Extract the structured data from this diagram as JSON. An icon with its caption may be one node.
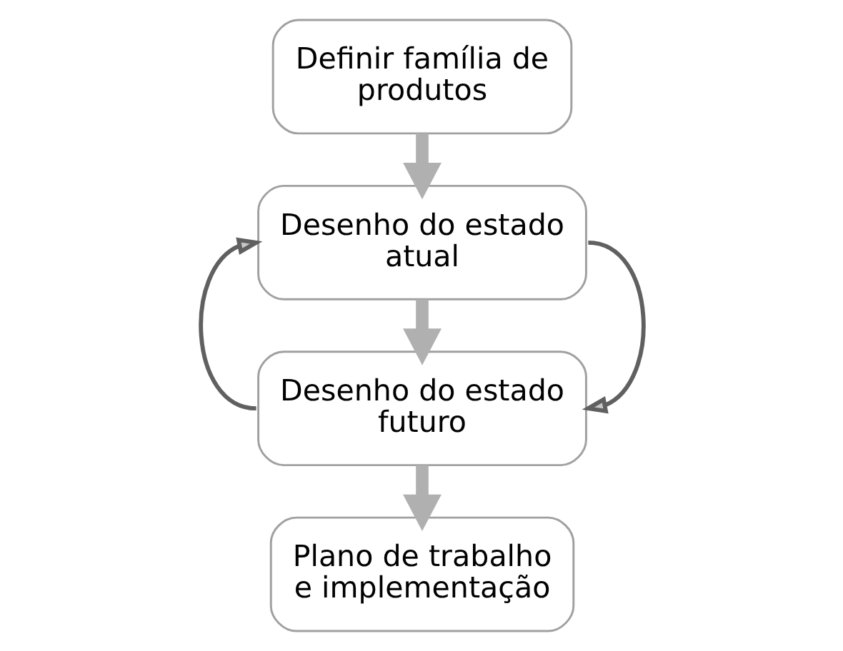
{
  "diagram": {
    "nodes": [
      {
        "text": [
          "Definir família de produtos"
        ]
      },
      {
        "text": [
          "Desenho do estado atual"
        ]
      },
      {
        "text": [
          "Desenho do estado futuro"
        ]
      },
      {
        "text": [
          "Plano de trabalho e implementação"
        ]
      }
    ],
    "edges": [
      {
        "from": 0,
        "to": 1,
        "arrow": "to"
      },
      {
        "from": 1,
        "to": 2,
        "arrow": "to"
      },
      {
        "from": 2,
        "to": 3,
        "arrow": "to"
      },
      {
        "from": 2,
        "to": 1,
        "arrow": "to"
      },
      {
        "from": 1,
        "to": 2,
        "arrow": "to"
      }
    ]
  }
}
